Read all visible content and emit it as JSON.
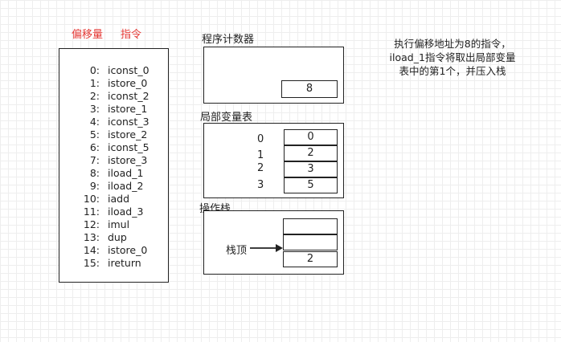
{
  "headers": {
    "offset": "偏移量",
    "instruction": "指令"
  },
  "bytecode": [
    {
      "offset": "0:",
      "op": "iconst_0"
    },
    {
      "offset": "1:",
      "op": "istore_0"
    },
    {
      "offset": "2:",
      "op": "iconst_2"
    },
    {
      "offset": "3:",
      "op": "istore_1"
    },
    {
      "offset": "4:",
      "op": "iconst_3"
    },
    {
      "offset": "5:",
      "op": "istore_2"
    },
    {
      "offset": "6:",
      "op": "iconst_5"
    },
    {
      "offset": "7:",
      "op": "istore_3"
    },
    {
      "offset": "8:",
      "op": "iload_1"
    },
    {
      "offset": "9:",
      "op": "iload_2"
    },
    {
      "offset": "10:",
      "op": "iadd"
    },
    {
      "offset": "11:",
      "op": "iload_3"
    },
    {
      "offset": "12:",
      "op": "imul"
    },
    {
      "offset": "13:",
      "op": "dup"
    },
    {
      "offset": "14:",
      "op": "istore_0"
    },
    {
      "offset": "15:",
      "op": "ireturn"
    }
  ],
  "pc": {
    "title": "程序计数器",
    "value": "8"
  },
  "local_vars": {
    "title": "局部变量表",
    "indices": [
      "0",
      "1",
      "2",
      "3"
    ],
    "values": [
      "0",
      "2",
      "3",
      "5"
    ]
  },
  "operand_stack": {
    "title": "操作栈",
    "top_label": "栈顶",
    "cells": [
      "",
      "",
      "2"
    ]
  },
  "note": {
    "lines": [
      "执行偏移地址为8的指令，",
      "iload_1指令将取出局部变量",
      "表中的第1个，并压入栈"
    ]
  }
}
